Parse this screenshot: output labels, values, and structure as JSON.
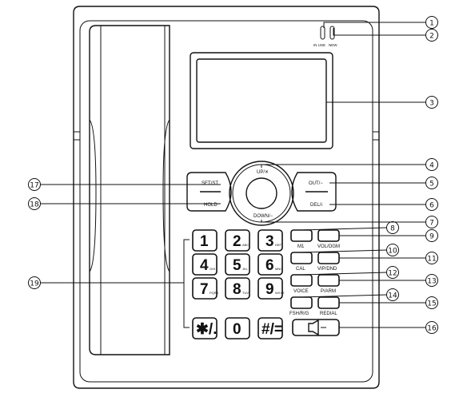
{
  "indicators": {
    "in_use": "IN USE",
    "new": "NEW"
  },
  "nav": {
    "up": "UP/✕",
    "down": "DOWN/−"
  },
  "left_keys": {
    "setst": "SET/ST",
    "hold": "HOLD"
  },
  "right_keys": {
    "out": "OUT/−",
    "del": "DEL/ⅰ"
  },
  "keypad": [
    {
      "d": "1",
      "s": ""
    },
    {
      "d": "2",
      "s": "ABC"
    },
    {
      "d": "3",
      "s": "DEF"
    },
    {
      "d": "4",
      "s": "GHI"
    },
    {
      "d": "5",
      "s": "JKL"
    },
    {
      "d": "6",
      "s": "MNO"
    },
    {
      "d": "7",
      "s": "PQRS"
    },
    {
      "d": "8",
      "s": "TUV"
    },
    {
      "d": "9",
      "s": "WXYZ"
    },
    {
      "d": "✱/.",
      "s": ""
    },
    {
      "d": "0",
      "s": ""
    },
    {
      "d": "#/=",
      "s": ""
    }
  ],
  "function_keys": {
    "m1": "M1",
    "vol": "VOL/OGM",
    "cal": "CAL",
    "vip": "VIP/DND",
    "voice": "VOICE",
    "parm": "P/ARM",
    "fsh": "FSH/R/G",
    "redial": "REDIAL"
  },
  "callouts": [
    "①",
    "②",
    "③",
    "④",
    "⑤",
    "⑥",
    "⑦",
    "⑧",
    "⑨",
    "⑩",
    "⑪",
    "⑫",
    "⑬",
    "⑭",
    "⑮",
    "⑯",
    "⑰",
    "⑱",
    "⑲"
  ]
}
